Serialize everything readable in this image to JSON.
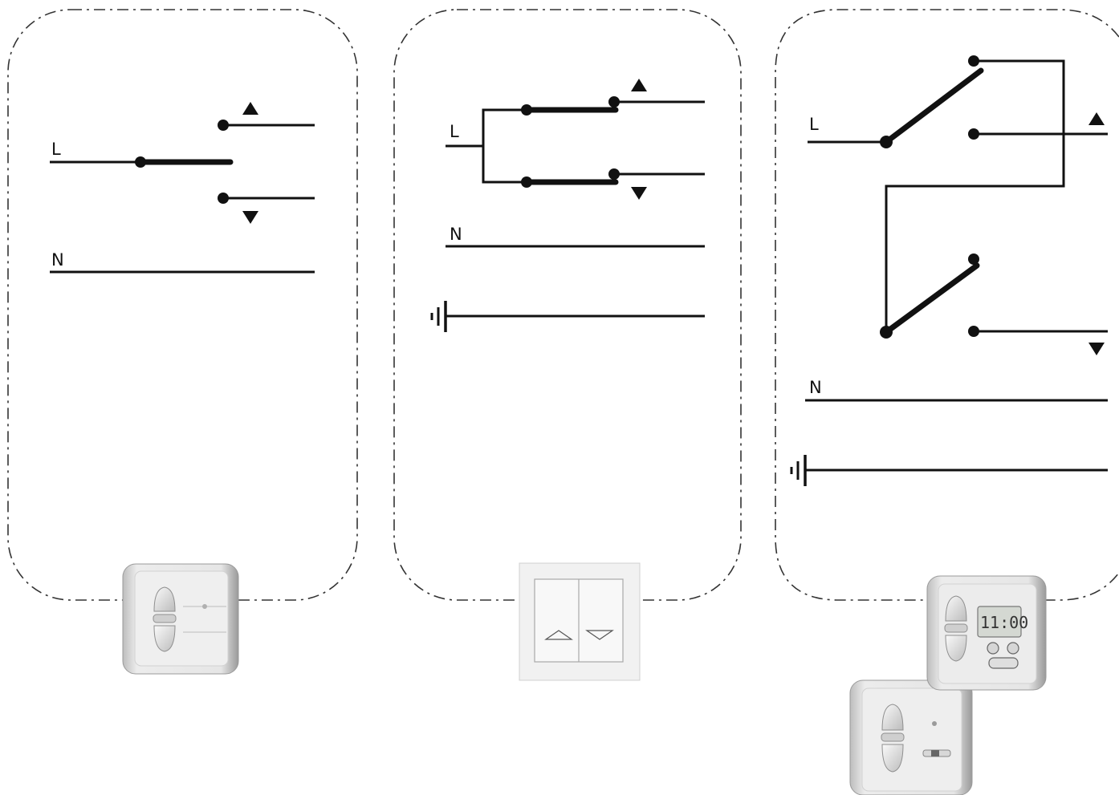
{
  "panels": [
    {
      "live_label": "L",
      "neutral_label": "N"
    },
    {
      "live_label": "L",
      "neutral_label": "N"
    },
    {
      "live_label": "L",
      "neutral_label": "N"
    }
  ],
  "devices": {
    "timer_display": "11:00"
  },
  "colors": {
    "wire": "#111111",
    "frame": "#333333",
    "device_body": "#e9e9e9"
  },
  "icons": {
    "up": "triangle-up-icon",
    "down": "triangle-down-icon",
    "ground": "ground-icon"
  }
}
